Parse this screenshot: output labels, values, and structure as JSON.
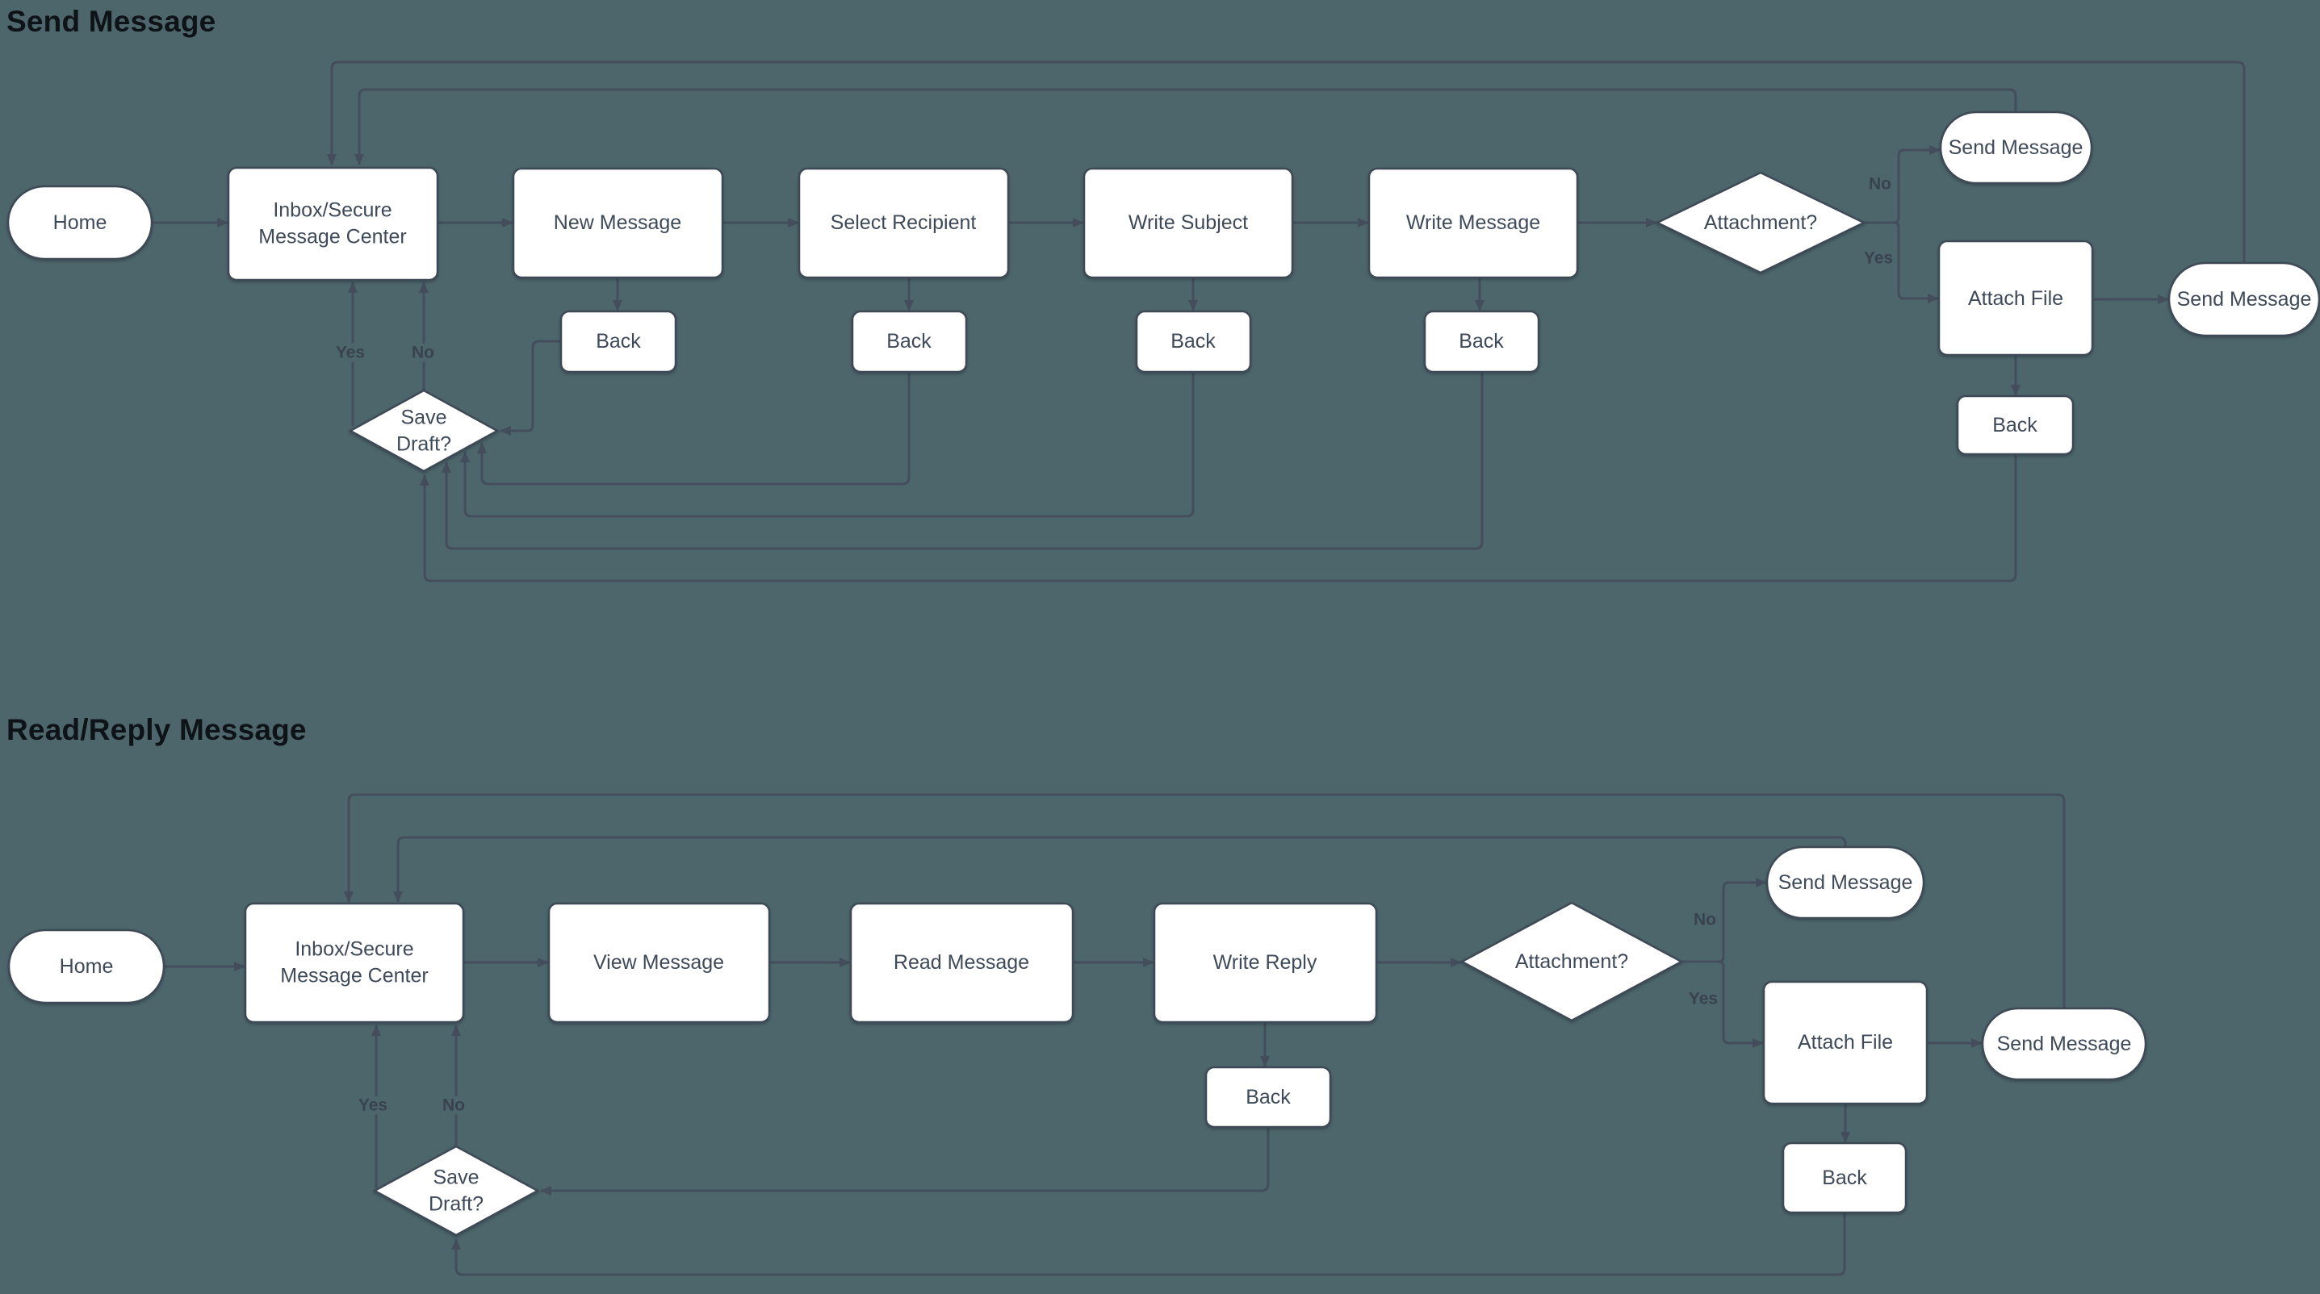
{
  "canvas": {
    "background": "#4d666b"
  },
  "colors": {
    "node_fill": "#ffffff",
    "node_border": "#3e4956",
    "edge": "#434d5b",
    "node_text": "#3e4a59",
    "title_text": "#0e1317",
    "edge_label_text": "#39434f"
  },
  "flows": [
    {
      "title": "Send Message",
      "nodes": {
        "home": "Home",
        "inbox": "Inbox/Secure Message Center",
        "step1": "New Message",
        "step2": "Select Recipient",
        "step3": "Write Subject",
        "step4": "Write Message",
        "attachment": "Attachment?",
        "send_no": "Send Message",
        "attach_file": "Attach File",
        "send_final": "Send Message",
        "back": "Back",
        "save_draft": "Save Draft?"
      },
      "edge_labels": {
        "yes": "Yes",
        "no": "No"
      }
    },
    {
      "title": "Read/Reply Message",
      "nodes": {
        "home": "Home",
        "inbox": "Inbox/Secure Message Center",
        "step1": "View Message",
        "step2": "Read Message",
        "step3": "Write Reply",
        "attachment": "Attachment?",
        "send_no": "Send Message",
        "attach_file": "Attach File",
        "send_final": "Send Message",
        "back": "Back",
        "save_draft": "Save Draft?"
      },
      "edge_labels": {
        "yes": "Yes",
        "no": "No"
      }
    }
  ]
}
